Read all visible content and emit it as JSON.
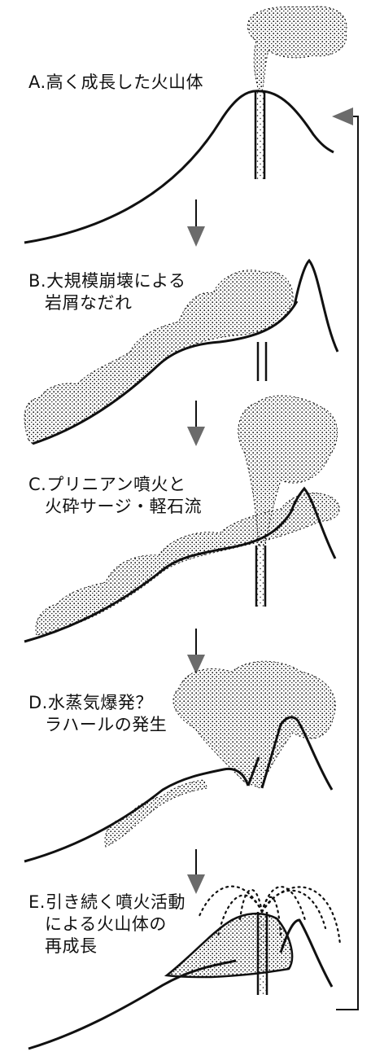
{
  "stages": [
    {
      "lines": [
        "A.高く成長した火山体"
      ]
    },
    {
      "lines": [
        "B.大規模崩壊による",
        "岩屑なだれ"
      ]
    },
    {
      "lines": [
        "C.プリニアン噴火と",
        "火砕サージ・軽石流"
      ]
    },
    {
      "lines": [
        "D.水蒸気爆発？",
        "ラハールの発生"
      ]
    },
    {
      "lines": [
        "E.引き続く噴火活動",
        "による火山体の",
        "再成長"
      ]
    }
  ],
  "colors": {
    "ink": "#111111",
    "arrow": "#6b6b6b"
  }
}
